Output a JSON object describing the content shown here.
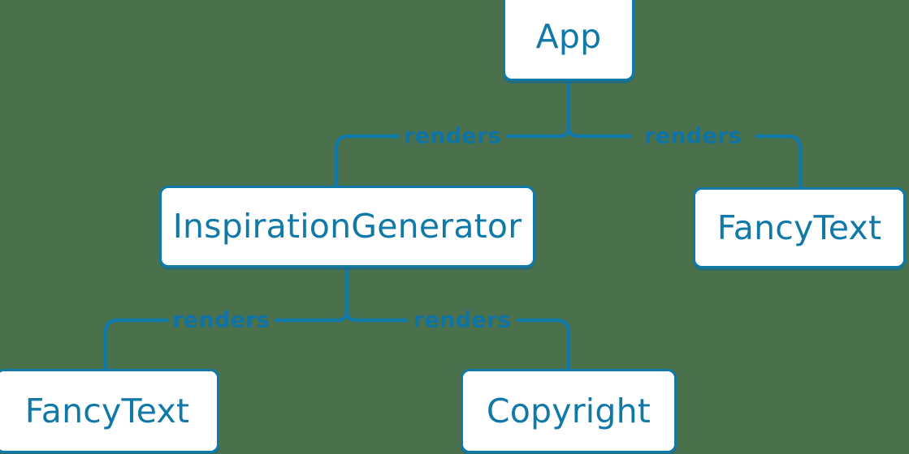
{
  "diagram": {
    "type": "component-tree",
    "background_color": "#4a704c",
    "accent_color": "#1179a8",
    "label_color": "#1073a5",
    "node_fill": "#ffffff",
    "nodes": [
      {
        "id": "app",
        "label": "App"
      },
      {
        "id": "inspgen",
        "label": "InspirationGenerator"
      },
      {
        "id": "fancy_right",
        "label": "FancyText"
      },
      {
        "id": "fancy_left",
        "label": "FancyText"
      },
      {
        "id": "copyright",
        "label": "Copyright"
      }
    ],
    "edges": [
      {
        "from": "app",
        "to": "inspgen",
        "label": "renders"
      },
      {
        "from": "app",
        "to": "fancy_right",
        "label": "renders"
      },
      {
        "from": "inspgen",
        "to": "fancy_left",
        "label": "renders"
      },
      {
        "from": "inspgen",
        "to": "copyright",
        "label": "renders"
      }
    ]
  }
}
